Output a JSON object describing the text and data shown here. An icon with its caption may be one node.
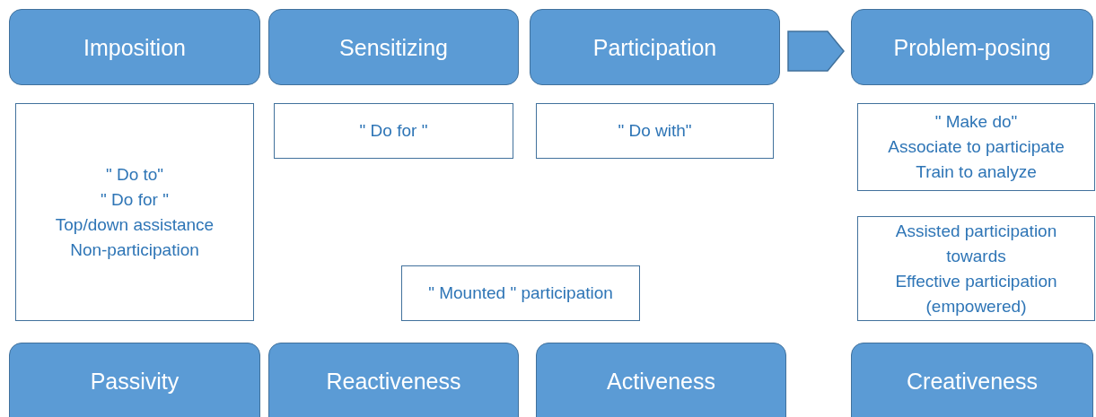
{
  "diagram": {
    "nodes": [
      {
        "text": [
          "Imposition"
        ]
      },
      {
        "text": [
          "Sensitizing"
        ]
      },
      {
        "text": [
          "Participation"
        ]
      },
      {
        "text": [
          "Problem-posing"
        ]
      },
      {
        "text": [
          "\" Do to\"",
          "\" Do for \"",
          "Top/down assistance",
          "Non-participation"
        ]
      },
      {
        "text": [
          "\" Do for \""
        ]
      },
      {
        "text": [
          "\" Do with\""
        ]
      },
      {
        "text": [
          "\" Make do\"",
          "Associate to participate",
          "Train to analyze"
        ]
      },
      {
        "text": [
          "Assisted participation towards",
          "Effective participation (empowered)"
        ]
      },
      {
        "text": [
          "\" Mounted \" participation"
        ]
      },
      {
        "text": [
          "Passivity"
        ]
      },
      {
        "text": [
          "Reactiveness"
        ]
      },
      {
        "text": [
          "Activeness"
        ]
      },
      {
        "text": [
          "Creativeness"
        ]
      }
    ],
    "edges": [
      {
        "from": 2,
        "to": 3,
        "arrow": "to"
      }
    ]
  }
}
